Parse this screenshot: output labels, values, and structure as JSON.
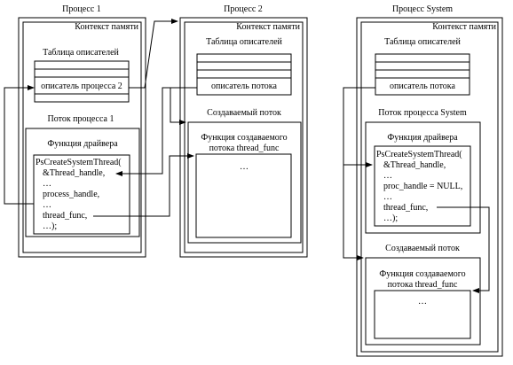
{
  "process1": {
    "title": "Процесс 1",
    "context_label": "Контекст памяти",
    "table_title": "Таблица описателей",
    "table_row_descriptor": "описатель процесса 2",
    "thread_title": "Поток процесса 1",
    "driver_title": "Функция драйвера",
    "code": [
      "PsCreateSystemThread(",
      "&Thread_handle,",
      "…",
      "process_handle,",
      "…",
      "thread_func,",
      "…);"
    ]
  },
  "process2": {
    "title": "Процесс 2",
    "context_label": "Контекст памяти",
    "table_title": "Таблица описателей",
    "table_row_descriptor": "описатель потока",
    "thread_title": "Создаваемый поток",
    "func_title_line1": "Функция создаваемого",
    "func_title_line2": "потока thread_func",
    "ellipsis": "…"
  },
  "process_system": {
    "title": "Процесс System",
    "context_label": "Контекст памяти",
    "table_title": "Таблица описателей",
    "table_row_descriptor": "описатель потока",
    "thread_title": "Поток процесса System",
    "driver_title": "Функция драйвера",
    "code": [
      "PsCreateSystemThread(",
      "&Thread_handle,",
      "…",
      "proc_handle = NULL,",
      "…",
      "thread_func,",
      "…);"
    ],
    "created_thread_title": "Создаваемый поток",
    "func_title_line1": "Функция создаваемого",
    "func_title_line2": "потока thread_func",
    "ellipsis": "…"
  }
}
